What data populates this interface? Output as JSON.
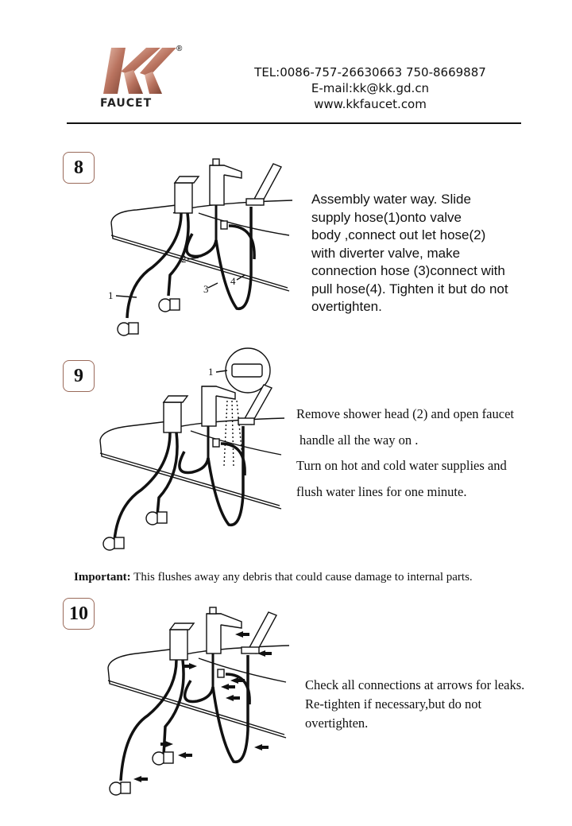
{
  "header": {
    "logo_letters": "KK",
    "logo_word": "FAUCET",
    "registered_mark": "®",
    "tel": "TEL:0086-757-26630663 750-8669887",
    "email": "E-mail:kk@kk.gd.cn",
    "website": "www.kkfaucet.com"
  },
  "steps": [
    {
      "number": "8",
      "callouts": [
        "1",
        "2",
        "3",
        "4"
      ],
      "text_lines": [
        "Assembly water way. Slide",
        "supply hose(1)onto valve",
        "body ,connect out let hose(2)",
        "with diverter valve, make",
        "connection hose (3)connect with",
        "pull hose(4). Tighten it but do not",
        "overtighten."
      ]
    },
    {
      "number": "9",
      "callouts": [
        "1"
      ],
      "text_lines": [
        "Remove shower head (2) and open  faucet",
        "handle all the way on .",
        "Turn on hot and cold water supplies and",
        "flush water lines for one minute."
      ]
    },
    {
      "number": "10",
      "text_lines": [
        "Check all connections at arrows for leaks.",
        "Re-tighten if necessary,but do not",
        "overtighten."
      ]
    }
  ],
  "important": {
    "label": "Important:",
    "text": " This flushes away any debris that could cause damage to internal parts."
  },
  "colors": {
    "logo_gradient_light": "#e3b4a4",
    "logo_gradient_dark": "#8a4e3e",
    "badge_border": "#9a6a5a",
    "rule": "#111111"
  }
}
